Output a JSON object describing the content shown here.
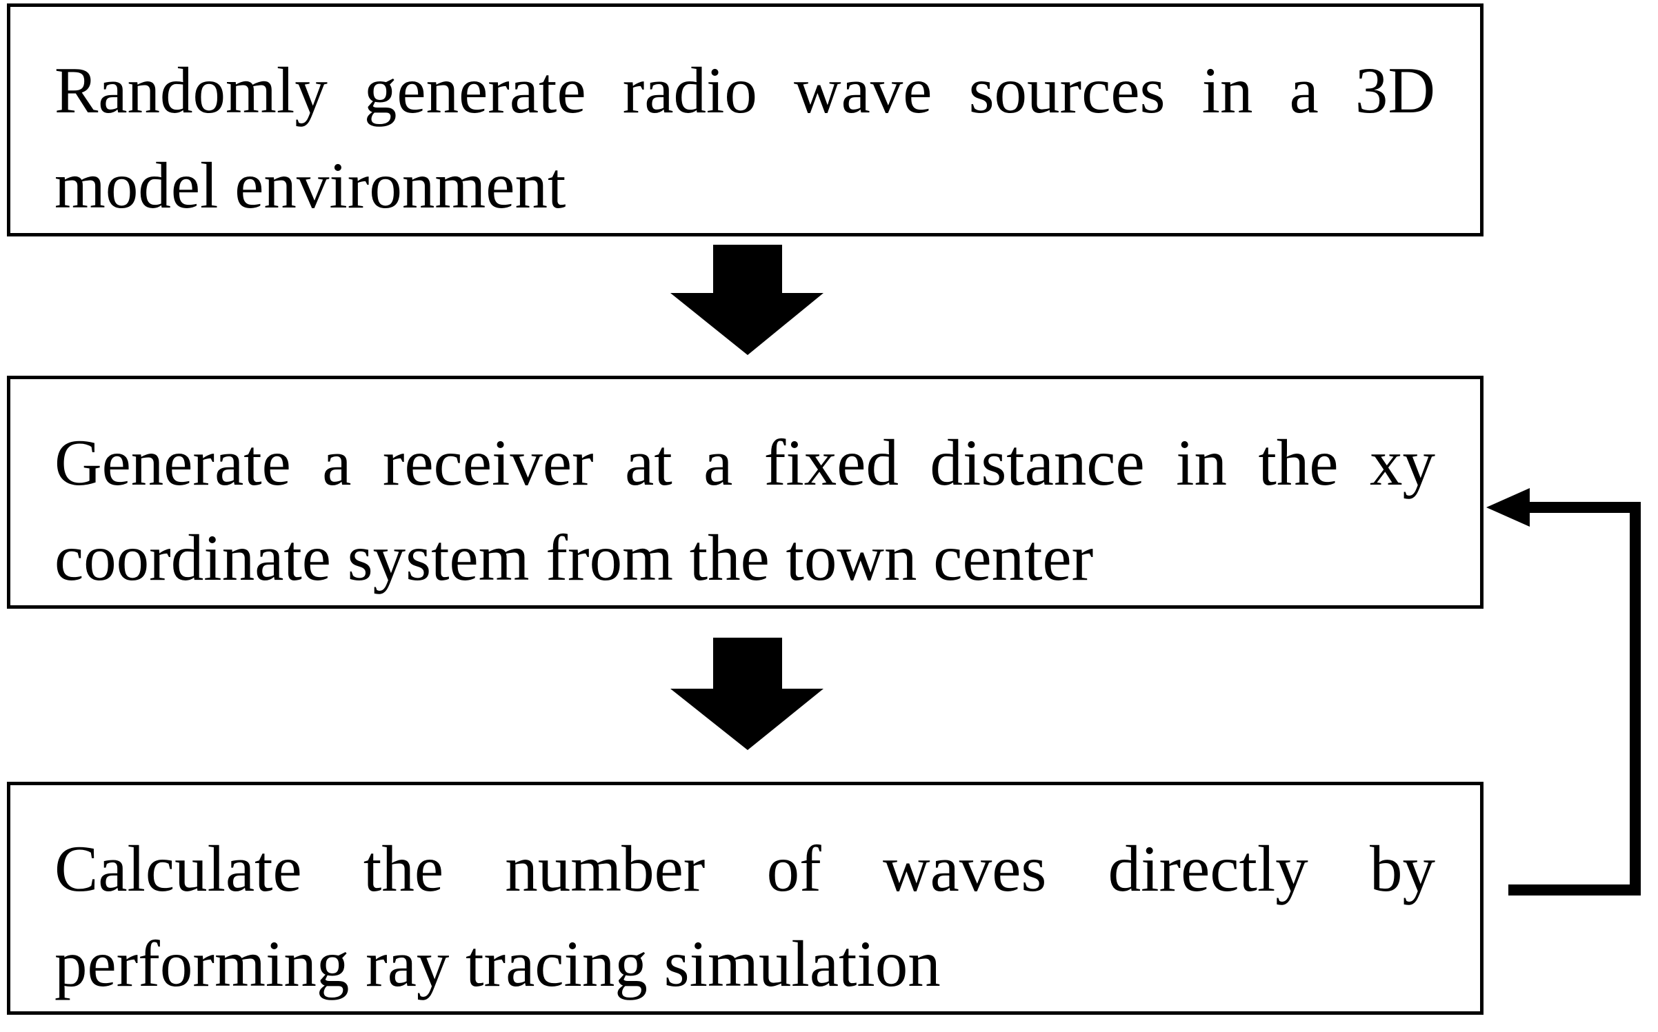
{
  "flowchart": {
    "steps": [
      {
        "text": "Randomly generate radio wave sources in a 3D model environment"
      },
      {
        "text": "Generate a receiver at a fixed distance in the xy coordinate system from the town center"
      },
      {
        "text": "Calculate the number of waves directly by performing ray tracing simulation"
      }
    ],
    "connectors": [
      {
        "from": 1,
        "to": 2,
        "style": "block-arrow-down"
      },
      {
        "from": 2,
        "to": 3,
        "style": "block-arrow-down"
      },
      {
        "from": 3,
        "to": 2,
        "style": "loop-back-arrow-right-side"
      }
    ],
    "colors": {
      "stroke": "#000000",
      "fill": "#000000",
      "background": "#ffffff"
    }
  }
}
